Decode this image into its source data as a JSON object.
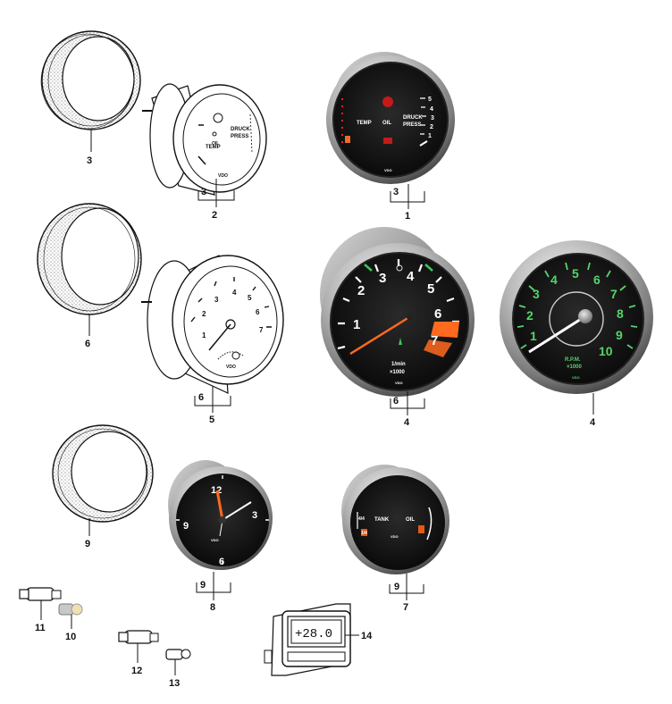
{
  "callouts": [
    {
      "id": "c3a",
      "text": "3"
    },
    {
      "id": "c2",
      "text": "2"
    },
    {
      "id": "c3b",
      "text": "3"
    },
    {
      "id": "c3c",
      "text": "3"
    },
    {
      "id": "c1",
      "text": "1"
    },
    {
      "id": "c6a",
      "text": "6"
    },
    {
      "id": "c6b",
      "text": "6"
    },
    {
      "id": "c5",
      "text": "5"
    },
    {
      "id": "c6c",
      "text": "6"
    },
    {
      "id": "c4a",
      "text": "4"
    },
    {
      "id": "c4b",
      "text": "4"
    },
    {
      "id": "c9a",
      "text": "9"
    },
    {
      "id": "c9b",
      "text": "9"
    },
    {
      "id": "c8",
      "text": "8"
    },
    {
      "id": "c9c",
      "text": "9"
    },
    {
      "id": "c7",
      "text": "7"
    },
    {
      "id": "c11",
      "text": "11"
    },
    {
      "id": "c10",
      "text": "10"
    },
    {
      "id": "c12",
      "text": "12"
    },
    {
      "id": "c13",
      "text": "13"
    },
    {
      "id": "c14",
      "text": "14"
    }
  ],
  "oil_gauge": {
    "labels": [
      "TEMP",
      "OIL",
      "DRUCK",
      "PRESS"
    ],
    "scale": [
      "5",
      "4",
      "3",
      "2",
      "1"
    ],
    "brand": "VDO"
  },
  "oil_gauge_line": {
    "labels": [
      "TEMP",
      "OIL",
      "DRUCK",
      "PRESS"
    ],
    "brand": "VDO"
  },
  "tachometer_black": {
    "ticks": [
      "1",
      "2",
      "3",
      "4",
      "5",
      "6",
      "7"
    ],
    "unit_line1": "1/min",
    "unit_line2": "×1000",
    "brand": "VDO"
  },
  "tachometer_green": {
    "ticks": [
      "1",
      "2",
      "3",
      "4",
      "5",
      "6",
      "7",
      "8",
      "9",
      "10"
    ],
    "unit_line1": "R.P.M.",
    "unit_line2": "×1000",
    "brand": "VDO"
  },
  "tachometer_line": {
    "ticks": [
      "1",
      "2",
      "3",
      "4",
      "5",
      "6",
      "7"
    ],
    "brand": "VDO"
  },
  "clock": {
    "ticks": [
      "12",
      "3",
      "6",
      "9"
    ],
    "brand": "VDO"
  },
  "fuel_gauge": {
    "labels": [
      "TANK",
      "OIL"
    ],
    "scale": [
      "4/4",
      "1/4"
    ],
    "brand": "VDO"
  },
  "display": {
    "reading": "+28.0"
  }
}
